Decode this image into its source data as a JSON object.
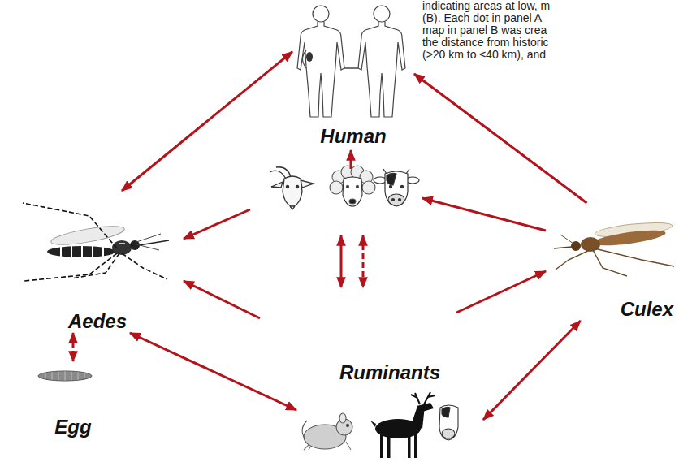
{
  "diagram": {
    "nodes": [
      {
        "text": [
          "Human"
        ]
      },
      {
        "text": [
          "Aedes"
        ]
      },
      {
        "text": [
          "Culex"
        ]
      },
      {
        "text": [
          "Ruminants"
        ]
      },
      {
        "text": [
          "Egg"
        ]
      }
    ],
    "edges": [
      {
        "from": 1,
        "to": 0,
        "arrow": "both"
      },
      {
        "from": 2,
        "to": 0,
        "arrow": "to"
      },
      {
        "from": 1,
        "to": 3,
        "arrow": "both"
      },
      {
        "from": 2,
        "to": 3,
        "arrow": "both"
      },
      {
        "from": 1,
        "to": 4,
        "arrow": "both"
      }
    ],
    "labels": [
      "indicating areas at low, m",
      "(B). Each dot in panel A",
      "map in panel B was crea",
      "the distance from historic",
      "(>20 km to ≤40 km), and"
    ]
  }
}
